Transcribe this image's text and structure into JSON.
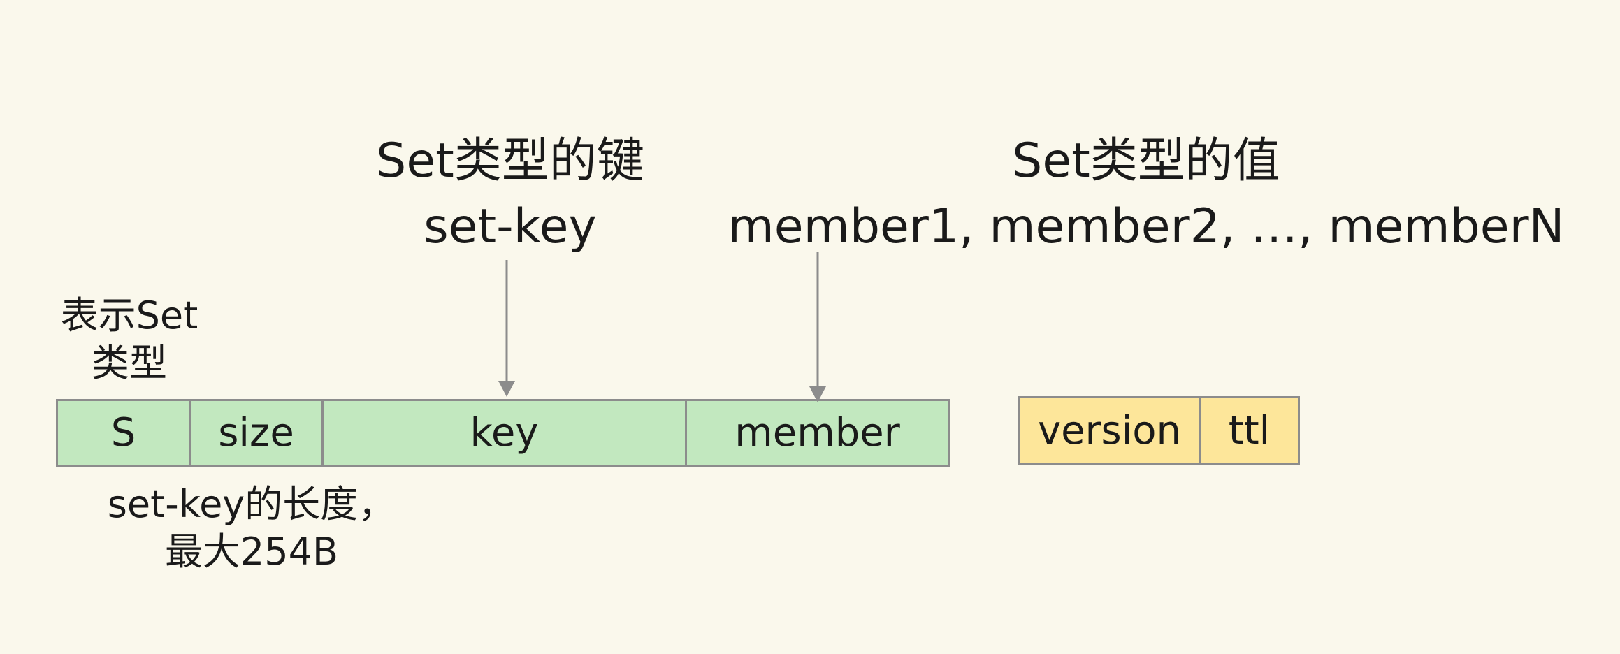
{
  "key_title": "Set类型的键",
  "key_name": "set-key",
  "value_title": "Set类型的值",
  "value_members": "member1, member2, …, memberN",
  "type_note": [
    "表示Set",
    "类型"
  ],
  "size_note": [
    "set-key的长度，",
    "最大254B"
  ],
  "key_fields": [
    {
      "label": "S",
      "color": "#c2e8bf"
    },
    {
      "label": "size",
      "color": "#c2e8bf"
    },
    {
      "label": "key",
      "color": "#c2e8bf"
    },
    {
      "label": "member",
      "color": "#c2e8bf"
    }
  ],
  "value_fields": [
    {
      "label": "version",
      "color": "#fde69a"
    },
    {
      "label": "ttl",
      "color": "#fde69a"
    }
  ],
  "colors": {
    "background": "#faf8ec",
    "border": "#8c8c8c",
    "arrow": "#8c8c8c"
  }
}
